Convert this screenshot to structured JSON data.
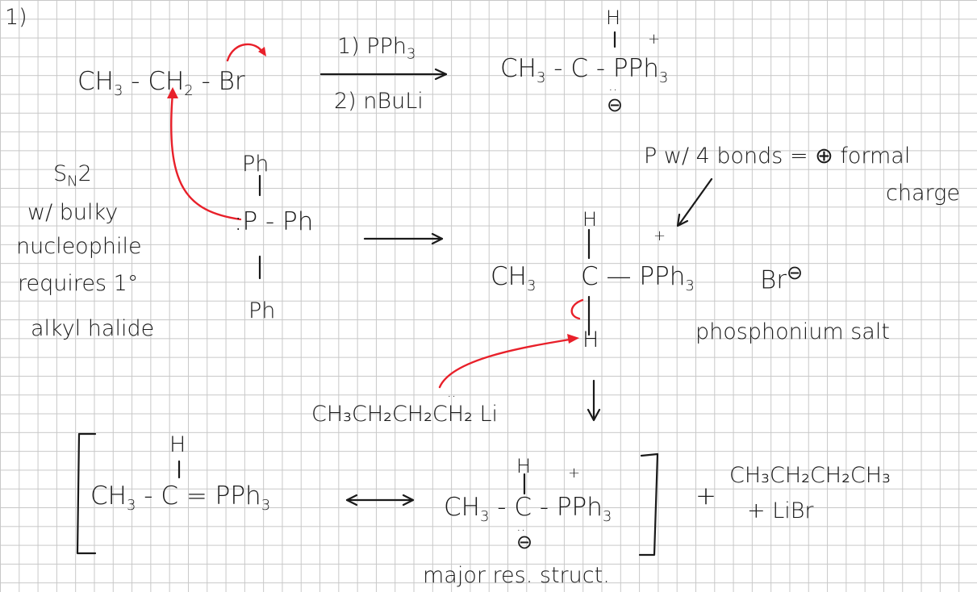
{
  "problem_number": "1)",
  "reaction1": {
    "reactant": [
      "CH",
      "3",
      " - CH",
      "2",
      " - Br"
    ],
    "reagent_1": "1) PPh",
    "reagent_1_sub": "3",
    "reagent_2": "2) nBuLi",
    "product_h": "H",
    "product": [
      "CH",
      "3",
      " - C - PPh",
      "3"
    ],
    "product_charge_plus": "+",
    "product_charge_minus": "⊖",
    "lone_pair": ".."
  },
  "notes": {
    "sn2_line1": "S",
    "sn2_sub": "N",
    "sn2_line1b": "2",
    "sn2_line2": "w/ bulky",
    "sn2_line3": "nucleophile",
    "sn2_line4": "requires 1°",
    "sn2_line5": "alkyl halide",
    "formal_charge_line1": "P w/ 4 bonds = ⊕ formal",
    "formal_charge_line2": "charge",
    "phosphonium": "phosphonium salt",
    "resonance": "major res. struct."
  },
  "triphenylphosphine": {
    "top": "Ph",
    "center": ":P - Ph",
    "bottom": "Ph"
  },
  "phosphonium_salt": {
    "h_top": "H",
    "plus": "+",
    "left": "CH",
    "left_sub": "3",
    "right": "C — PPh",
    "right_sub": "3",
    "counterion": "Br",
    "counterion_charge": "⊖",
    "h_bottom": "H"
  },
  "base": {
    "formula": "CH₃CH₂CH₂CH₂ Li",
    "lone_pair": ".."
  },
  "ylide": {
    "h1": "H",
    "left": "CH",
    "left_sub": "3",
    "right1": " - C = PPh",
    "right1_sub": "3",
    "h2": "H",
    "plus": "+",
    "left2": "CH",
    "left2_sub": "3",
    "right2": " - C - PPh",
    "right2_sub": "3",
    "minus": "⊖",
    "lone_pair": ".."
  },
  "byproducts": {
    "plus_sign": "+",
    "butane": "CH₃CH₂CH₂CH₃",
    "salt": "+ LiBr"
  },
  "colors": {
    "ink": "#1a1a1a",
    "arrow_red": "#e8202a",
    "grid": "#c8c8c8",
    "background": "#ffffff"
  }
}
